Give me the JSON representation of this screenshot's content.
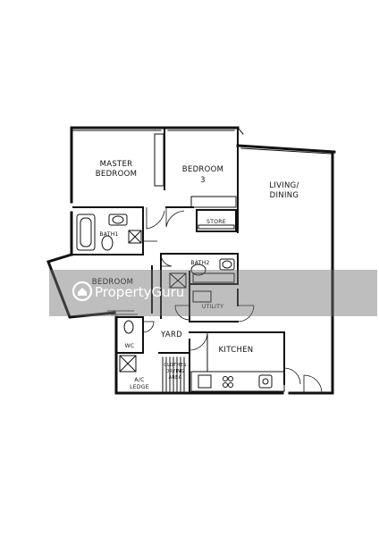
{
  "rooms": {
    "master_bedroom_line1": "MASTER",
    "master_bedroom_line2": "BEDROOM",
    "bedroom3_line1": "BEDROOM",
    "bedroom3_line2": "3",
    "living_line1": "LIVING/",
    "living_line2": "DINING",
    "store": "STORE",
    "bath1": "BATH1",
    "bath2": "BATH2",
    "bedroom2": "BEDROOM",
    "utility": "UTILITY",
    "wc": "WC",
    "yard": "YARD",
    "kitchen": "KITCHEN",
    "clothes_line1": "CLOTHES",
    "clothes_line2": "DRYING",
    "clothes_line3": "AREA",
    "ac_line1": "A/C",
    "ac_line2": "LEDGE"
  },
  "watermark": {
    "text": "PropertyGuru",
    "icon": "house-pin-icon"
  },
  "colors": {
    "wall": "#111111",
    "watermark_band": "#6f6f6f"
  }
}
